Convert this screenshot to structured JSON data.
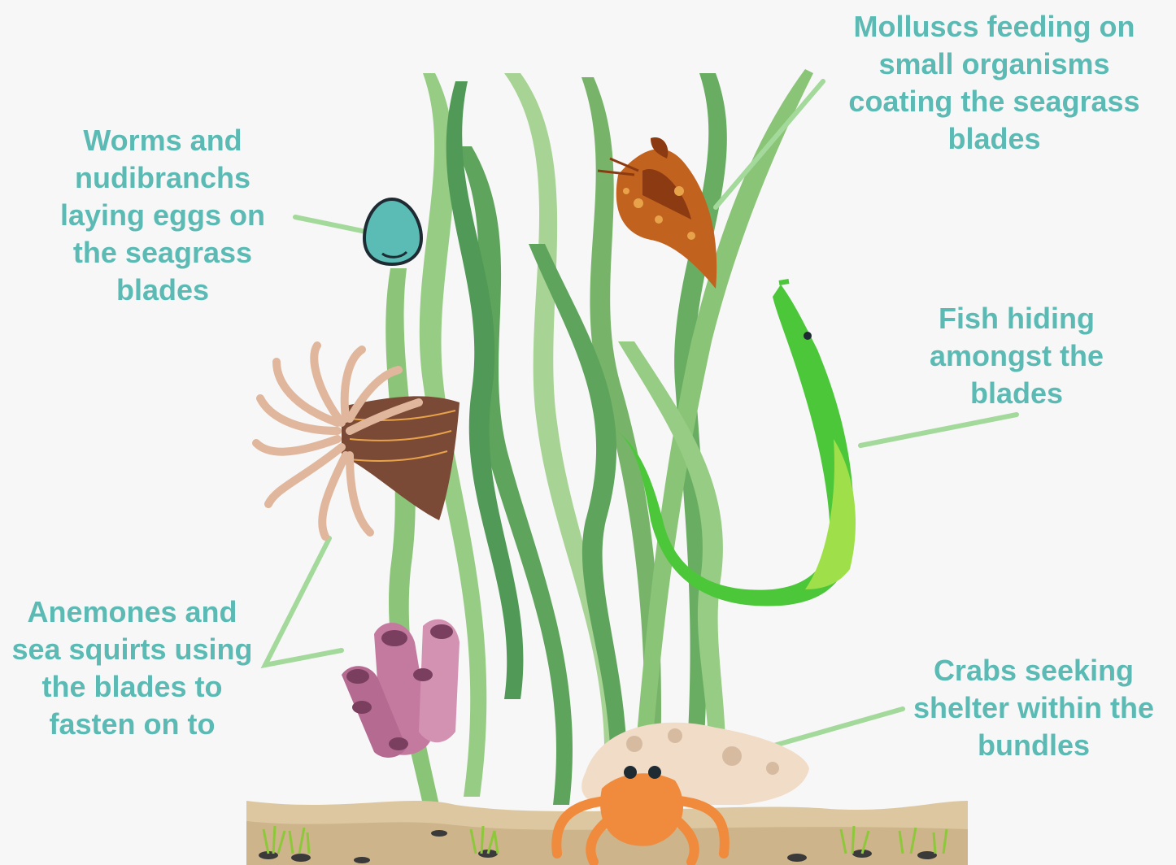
{
  "colors": {
    "background": "#f7f7f7",
    "label_text": "#5bbab4",
    "leader_line": "#a3d99a",
    "seagrass_light": "#9fd08a",
    "seagrass_dark": "#3f8f45",
    "sand": "#dcc7a1",
    "egg": "#5bbcb6",
    "pipefish": "#4cc73a",
    "sea_squirt": "#c47a9f",
    "anemone_tentacle": "#e0b79c",
    "anemone_stalk": "#7a4a36",
    "mollusc": "#c1621f",
    "shell": "#f0dcc7",
    "crab": "#f08a3c"
  },
  "labels": {
    "worms": {
      "lines": [
        "Worms and",
        "nudibranchs",
        "laying eggs on",
        "the seagrass",
        "blades"
      ]
    },
    "molluscs": {
      "lines": [
        "Molluscs feeding on",
        "small organisms",
        "coating the seagrass",
        "blades"
      ]
    },
    "fish": {
      "lines": [
        "Fish hiding",
        "amongst the",
        "blades"
      ]
    },
    "anemones": {
      "lines": [
        "Anemones and",
        "sea squirts using",
        "the blades to",
        "fasten on to"
      ]
    },
    "crabs": {
      "lines": [
        "Crabs seeking",
        "shelter within the",
        "bundles"
      ]
    }
  },
  "icons": [
    "egg-icon",
    "mollusc-icon",
    "pipefish-icon",
    "anemone-icon",
    "sea-squirt-icon",
    "hermit-crab-icon",
    "seagrass-icon",
    "sand-icon"
  ]
}
